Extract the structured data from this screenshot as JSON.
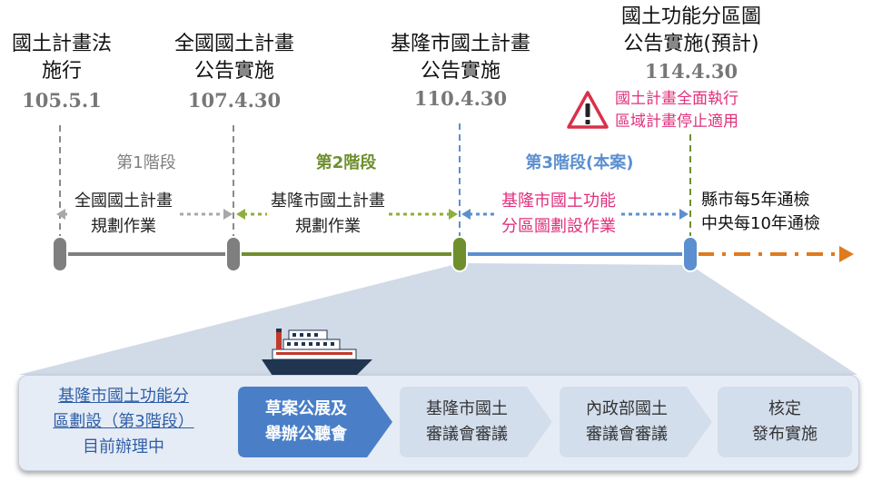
{
  "milestones": [
    {
      "title_l1": "國土計畫法",
      "title_l2": "施行",
      "date": "105.5.1"
    },
    {
      "title_l1": "全國國土計畫",
      "title_l2": "公告實施",
      "date": "107.4.30"
    },
    {
      "title_l1": "基隆市國土計畫",
      "title_l2": "公告實施",
      "date": "110.4.30"
    },
    {
      "title_l1": "國土功能分區圖",
      "title_l2": "公告實施(預計)",
      "date": "114.4.30"
    }
  ],
  "warning": {
    "line1": "國土計畫全面執行",
    "line2": "區域計畫停止適用"
  },
  "stages": [
    {
      "label": "第1階段",
      "work_l1": "全國國土計畫",
      "work_l2": "規劃作業"
    },
    {
      "label": "第2階段",
      "work_l1": "基隆市國土計畫",
      "work_l2": "規劃作業"
    },
    {
      "label": "第3階段(本案)",
      "work_l1": "基隆市國土功能",
      "work_l2": "分區圖劃設作業"
    }
  ],
  "review": {
    "line1": "縣市每5年通檢",
    "line2": "中央每10年通檢"
  },
  "process": {
    "intro_l1": "基隆市國土功能分",
    "intro_l2": "區劃設（第3階段）",
    "intro_l3": "目前辦理中",
    "steps": [
      {
        "l1": "草案公展及",
        "l2": "舉辦公聽會"
      },
      {
        "l1": "基隆市國土",
        "l2": "審議會審議"
      },
      {
        "l1": "內政部國土",
        "l2": "審議會審議"
      },
      {
        "l1": "核定",
        "l2": "發布實施"
      }
    ]
  },
  "colors": {
    "stage1": "#7f7f7f",
    "stage2": "#6f8f2e",
    "stage3": "#5b8fcf",
    "pink": "#e0307c",
    "orange": "#e07a1f",
    "step_active": "#4a7fc8",
    "step_idle": "#d3deed"
  }
}
